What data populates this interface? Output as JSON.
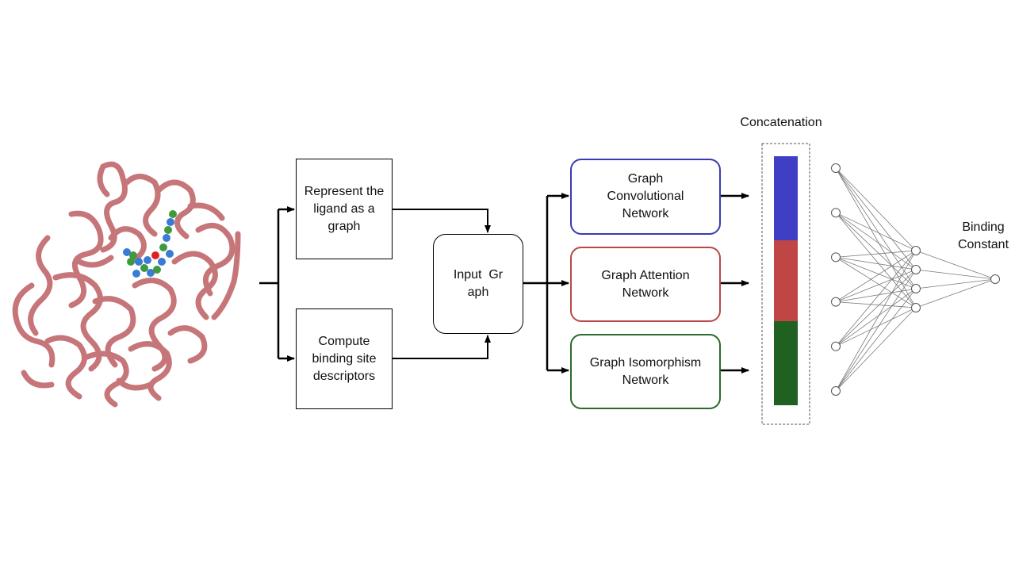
{
  "steps": {
    "ligand_graph": "Represent the ligand as a graph",
    "binding_site": "Compute binding site descriptors",
    "input_graph": "Input  Gr aph"
  },
  "models": {
    "gcn": "Graph Convolutional Network",
    "gat": "Graph Attention Network",
    "gin": "Graph Isomorphism Network"
  },
  "concat": {
    "label": "Concatenation",
    "colors": [
      "#3f3fc3",
      "#c04545",
      "#206020"
    ]
  },
  "output": {
    "label": "Binding Constant"
  },
  "colors": {
    "gcn": "#3a3ab0",
    "gat": "#b84848",
    "gin": "#2a6a2a",
    "protein": "#c46e72",
    "ligand_atoms": "#3a7bd5"
  },
  "neural_net": {
    "input_nodes": 6,
    "hidden_nodes": 4,
    "output_nodes": 1
  }
}
